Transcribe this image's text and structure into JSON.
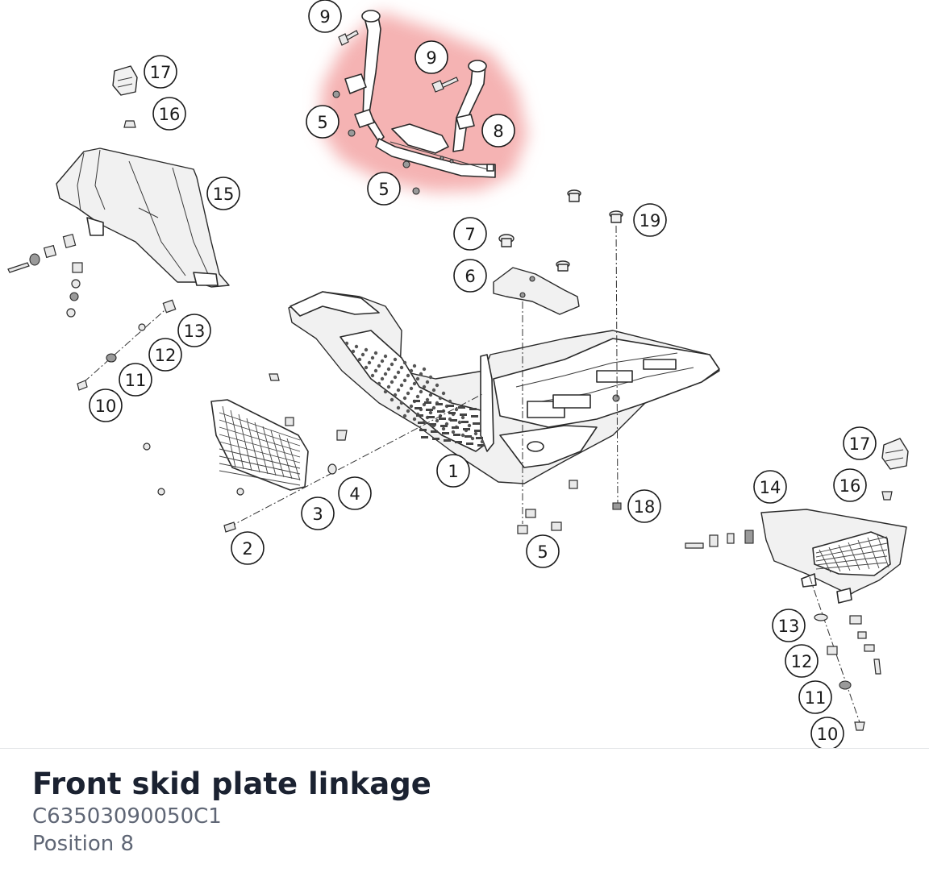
{
  "caption": {
    "title": "Front skid plate linkage",
    "part_number": "C63503090050C1",
    "position": "Position 8"
  },
  "highlight_color": "#f29a9a",
  "callouts": [
    {
      "label": "9"
    },
    {
      "label": "9"
    },
    {
      "label": "5"
    },
    {
      "label": "8"
    },
    {
      "label": "5"
    },
    {
      "label": "17"
    },
    {
      "label": "16"
    },
    {
      "label": "15"
    },
    {
      "label": "7"
    },
    {
      "label": "6"
    },
    {
      "label": "19"
    },
    {
      "label": "13"
    },
    {
      "label": "12"
    },
    {
      "label": "11"
    },
    {
      "label": "10"
    },
    {
      "label": "1"
    },
    {
      "label": "4"
    },
    {
      "label": "3"
    },
    {
      "label": "2"
    },
    {
      "label": "5"
    },
    {
      "label": "18"
    },
    {
      "label": "17"
    },
    {
      "label": "14"
    },
    {
      "label": "16"
    },
    {
      "label": "13"
    },
    {
      "label": "12"
    },
    {
      "label": "11"
    },
    {
      "label": "10"
    }
  ]
}
